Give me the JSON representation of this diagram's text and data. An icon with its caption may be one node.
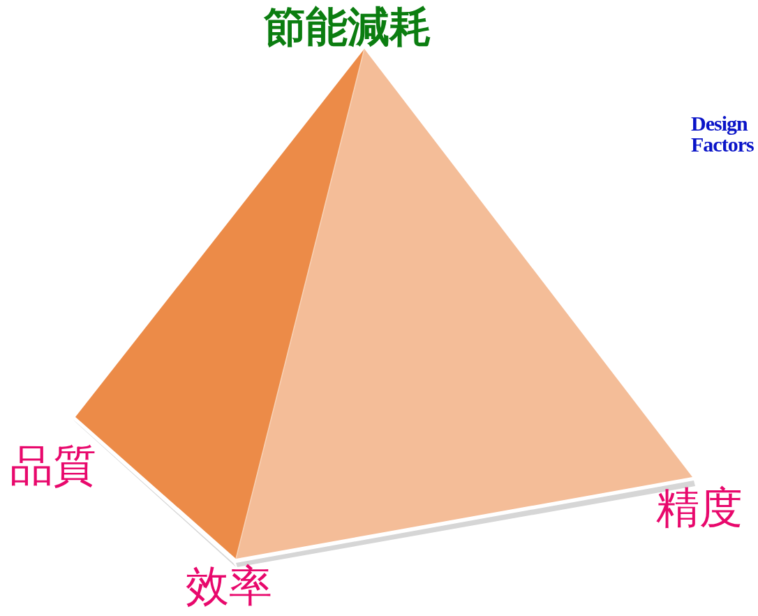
{
  "diagram": {
    "labels": [
      "節能減耗",
      "Design Factors",
      "品質",
      "精度",
      "效率"
    ]
  }
}
